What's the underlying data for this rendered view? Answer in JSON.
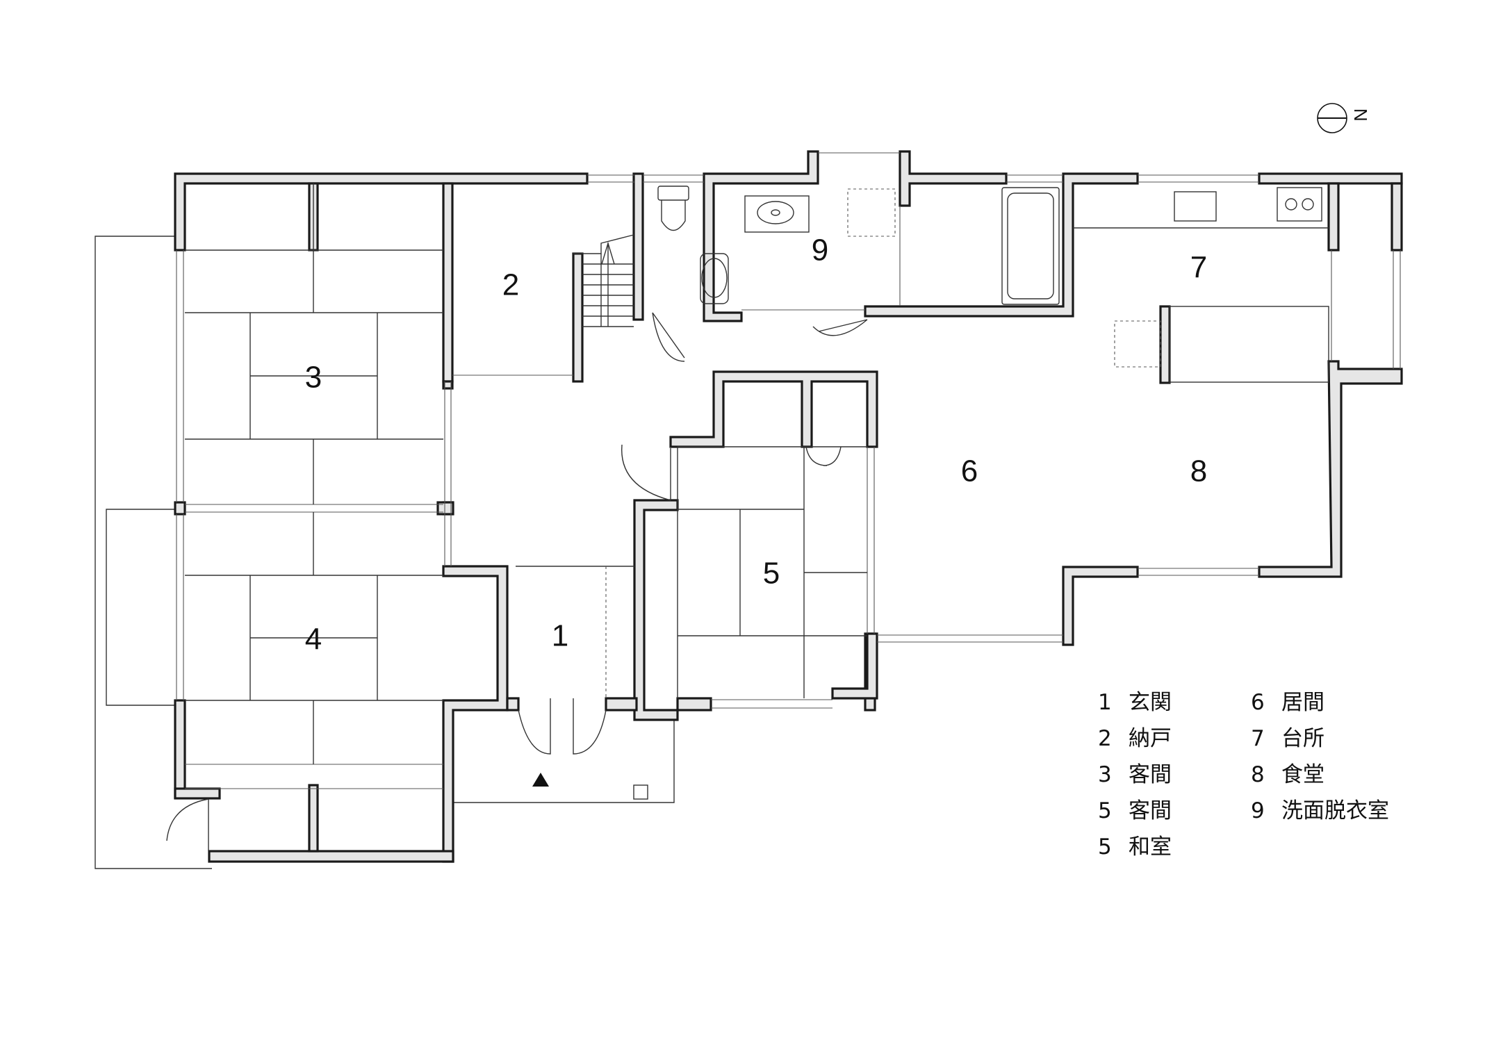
{
  "rooms": [
    {
      "id": "r1",
      "num": "1"
    },
    {
      "id": "r2",
      "num": "2"
    },
    {
      "id": "r3",
      "num": "3"
    },
    {
      "id": "r4",
      "num": "4"
    },
    {
      "id": "r5",
      "num": "5"
    },
    {
      "id": "r6",
      "num": "6"
    },
    {
      "id": "r7",
      "num": "7"
    },
    {
      "id": "r8",
      "num": "8"
    },
    {
      "id": "r9",
      "num": "9"
    }
  ],
  "compass": {
    "label": "N"
  },
  "legend": {
    "left": [
      {
        "num": "1",
        "name": "玄関"
      },
      {
        "num": "2",
        "name": "納戸"
      },
      {
        "num": "3",
        "name": "客間"
      },
      {
        "num": "5",
        "name": "客間"
      },
      {
        "num": "5",
        "name": "和室"
      }
    ],
    "right": [
      {
        "num": "6",
        "name": "居間"
      },
      {
        "num": "7",
        "name": "台所"
      },
      {
        "num": "8",
        "name": "食堂"
      },
      {
        "num": "9",
        "name": "洗面脱衣室"
      }
    ]
  }
}
